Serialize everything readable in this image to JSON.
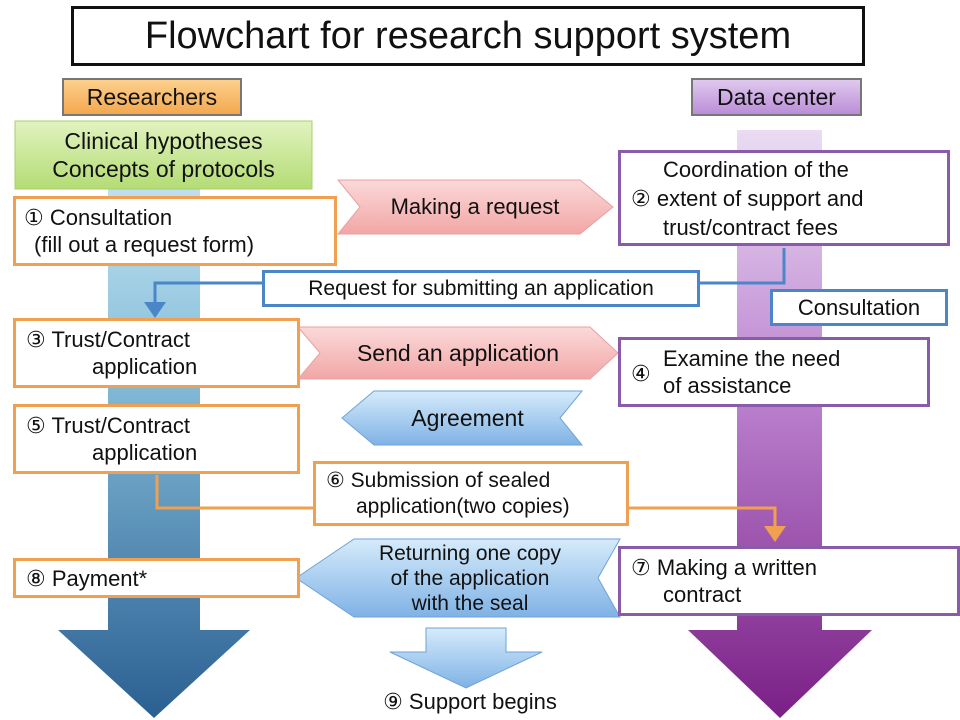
{
  "title": "Flowchart for research support system",
  "lanes": {
    "researchers": "Researchers",
    "data_center": "Data center"
  },
  "hypotheses": [
    "Clinical hypotheses",
    "Concepts of protocols"
  ],
  "steps": {
    "s1": [
      "① Consultation",
      " (fill out a request form)"
    ],
    "s2": [
      "Coordination of  the",
      "② extent of support and",
      "trust/contract fees"
    ],
    "s3": [
      "③  Trust/Contract",
      "application"
    ],
    "s4": [
      "Examine the need",
      "④",
      "of assistance"
    ],
    "s5": [
      "⑤  Trust/Contract",
      "application"
    ],
    "s6": [
      "⑥ Submission of sealed",
      "application(two copies)"
    ],
    "s7": [
      "⑦ Making a written",
      "contract"
    ],
    "s8": "⑧  Payment*",
    "s9": "⑨  Support begins"
  },
  "connectors": {
    "making_request": "Making a request",
    "request_submit": "Request for submitting an application",
    "consultation": "Consultation",
    "send_application": "Send an application",
    "agreement": "Agreement",
    "returning": [
      "Returning one copy",
      "of the application",
      "with the seal"
    ]
  },
  "colors": {
    "orange": "#f0a050",
    "purple": "#8a5ba8",
    "blue": "#4a86c8",
    "pink": "#f5b5b5",
    "lane_orange": "#f9bf6d",
    "lane_purple": "#c9a5e0",
    "hypothesis_green": "#c4e68a"
  }
}
